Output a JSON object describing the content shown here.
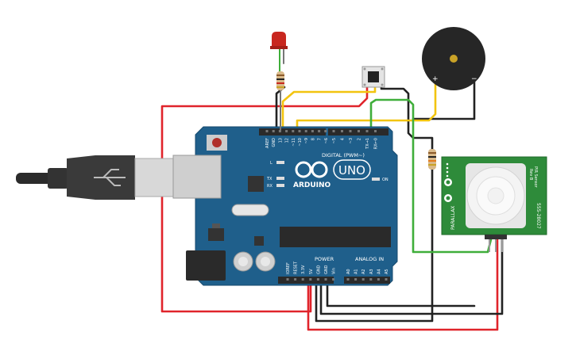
{
  "board": {
    "logo_text": "ARDUINO",
    "model": "UNO",
    "digital_header": "DIGITAL (PWM~)",
    "digital_pins": [
      "AREF",
      "GND",
      "13",
      "12",
      "~11",
      "~10",
      "~9",
      "8",
      "7",
      "~6",
      "~5",
      "4",
      "~3",
      "2",
      "TX→1",
      "RX←0"
    ],
    "power_header": "POWER",
    "power_pins": [
      "IOREF",
      "RESET",
      "3.3V",
      "5V",
      "GND",
      "GND",
      "Vin"
    ],
    "analog_header": "ANALOG IN",
    "analog_pins": [
      "A0",
      "A1",
      "A2",
      "A3",
      "A4",
      "A5"
    ],
    "led_labels": {
      "l": "L",
      "tx": "TX",
      "rx": "RX",
      "on": "ON"
    }
  },
  "buzzer": {
    "plus": "+",
    "minus": "−"
  },
  "pir": {
    "brand": "PARALLAX",
    "title": "PIR Sensor",
    "rev": "Rev B",
    "part_number": "555-28027"
  },
  "colors": {
    "board_blue": "#1f5f8b",
    "header_black": "#2a2a2a",
    "wire_red": "#e0242b",
    "wire_black": "#222222",
    "wire_yellow": "#f2c40f",
    "wire_green": "#3fae3a",
    "pir_green": "#2e8b3a"
  }
}
